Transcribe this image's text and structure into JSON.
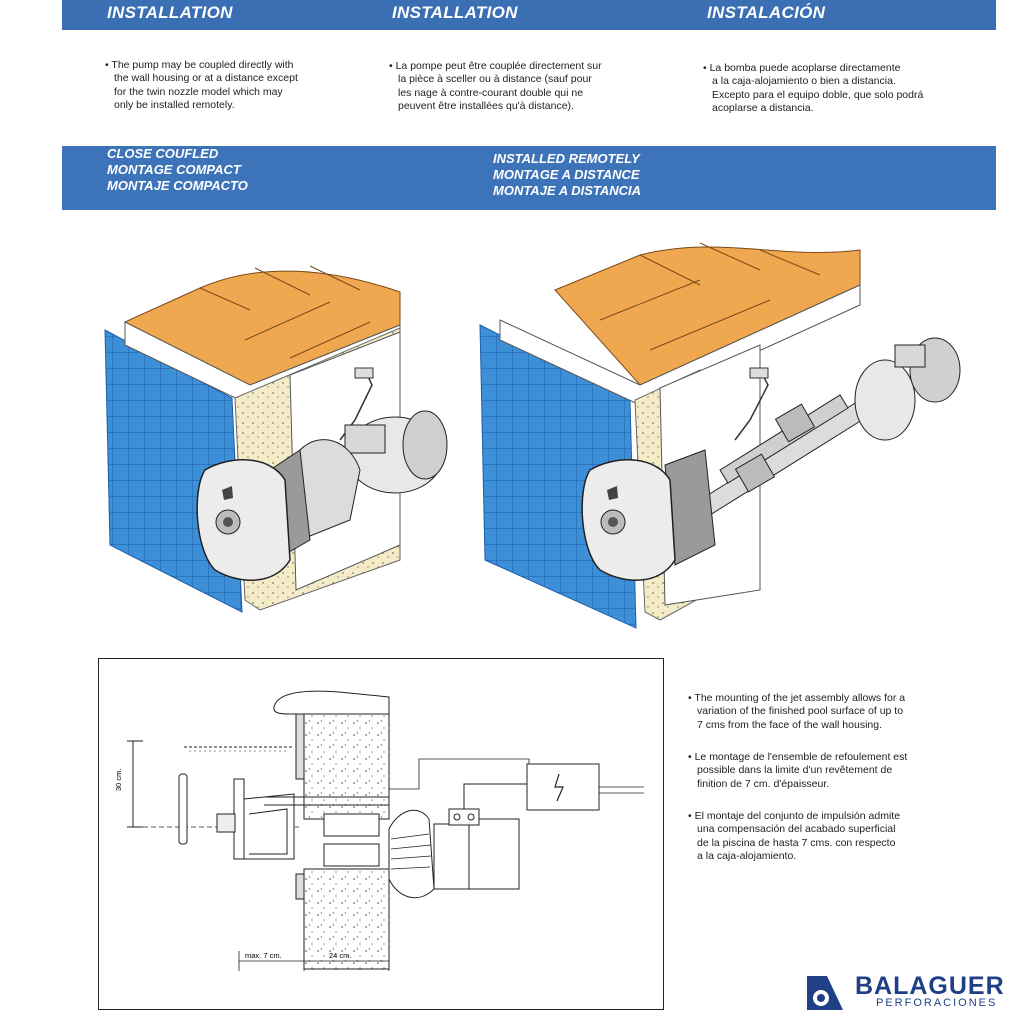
{
  "header": {
    "en": "INSTALLATION",
    "fr": "INSTALLATION",
    "es": "INSTALACIÓN"
  },
  "intro": {
    "en": [
      "• The pump may be coupled directly with",
      "the wall housing or at a distance except",
      "for the twin nozzle model which may",
      "only be installed remotely."
    ],
    "fr": [
      "• La pompe peut être couplée directement sur",
      "la pièce à sceller ou à distance (sauf pour",
      "les nage à contre-courant double qui ne",
      "peuvent être installées qu'à distance)."
    ],
    "es": [
      "• La bomba puede acoplarse directamente",
      "a la caja-alojamiento o bien a distancia.",
      "Excepto para el equipo doble, que solo podrá",
      "acoplarse a distancia."
    ]
  },
  "modes": {
    "compact": [
      "CLOSE COUFLED",
      "MONTAGE COMPACT",
      "MONTAJE COMPACTO"
    ],
    "remote": [
      "INSTALLED REMOTELY",
      "MONTAGE A DISTANCE",
      "MONTAJE A DISTANCIA"
    ]
  },
  "diagram": {
    "depth_label": "30 cm.",
    "max_label": "max. 7 cm.",
    "width_label": "24 cm."
  },
  "notes": {
    "en": [
      "• The mounting of the jet assembly allows for a",
      "variation of the finished pool surface of up to",
      "7 cms from the face of the wall housing."
    ],
    "fr": [
      "• Le montage de l'ensemble de refoulement est",
      "possible dans la limite d'un revêtement de",
      "finition de 7 cm. d'épaisseur."
    ],
    "es": [
      "• El montaje del conjunto de impulsión admite",
      "una compensación del acabado superficial",
      "de la piscina de hasta 7 cms. con respecto",
      "a la caja-alojamiento."
    ]
  },
  "logo": {
    "name": "BALAGUER",
    "sub": "PERFORACIONES"
  },
  "colors": {
    "band": "#3a6fb4",
    "tile_blue": "#3d8fd8",
    "deck_orange": "#f0a850",
    "logo_blue": "#1f3f86"
  }
}
